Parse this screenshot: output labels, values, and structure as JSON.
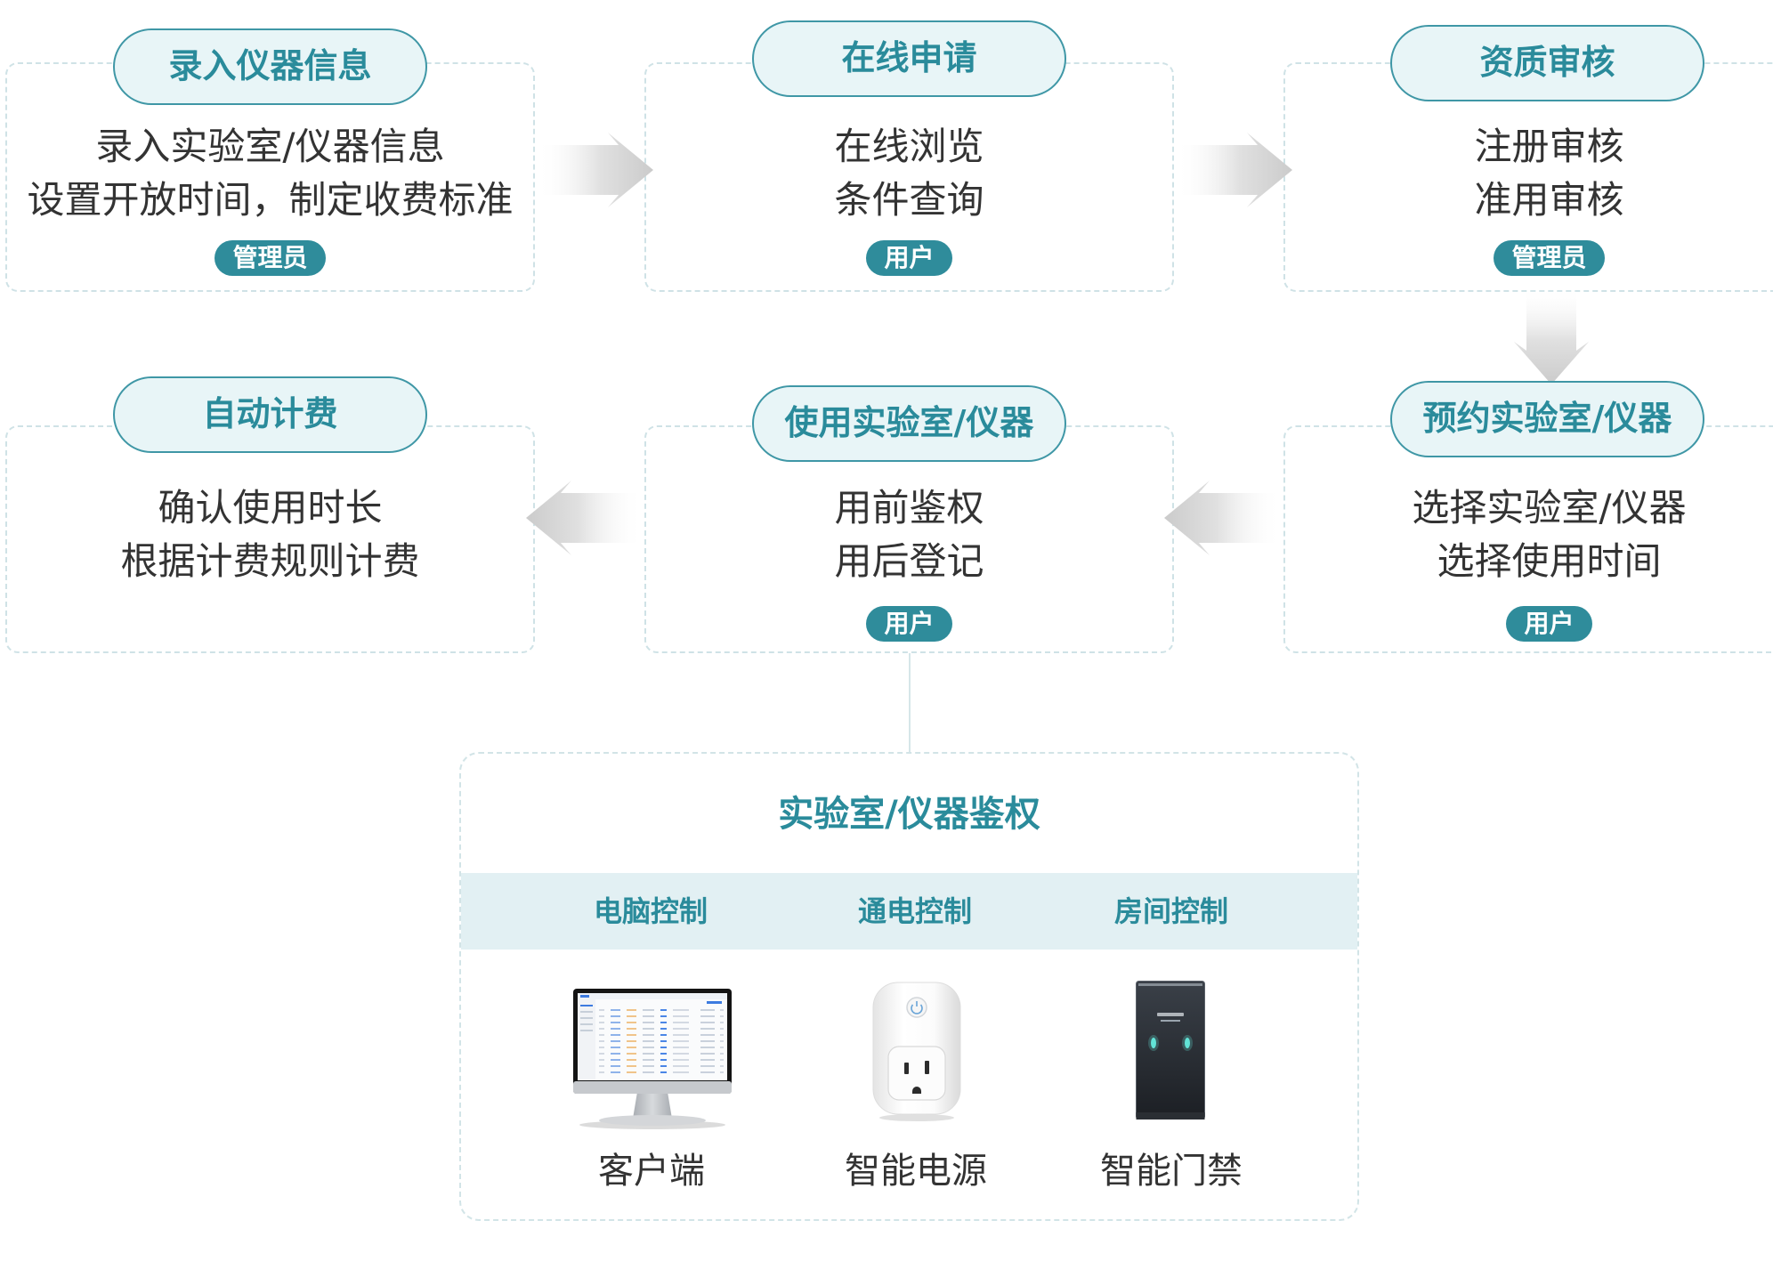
{
  "steps": [
    {
      "title": "录入仪器信息",
      "lines": [
        "录入实验室/仪器信息",
        "设置开放时间，制定收费标准"
      ],
      "role": "管理员"
    },
    {
      "title": "在线申请",
      "lines": [
        "在线浏览",
        "条件查询"
      ],
      "role": "用户"
    },
    {
      "title": "资质审核",
      "lines": [
        "注册审核",
        "准用审核"
      ],
      "role": "管理员"
    },
    {
      "title": "预约实验室/仪器",
      "lines": [
        "选择实验室/仪器",
        "选择使用时间"
      ],
      "role": "用户"
    },
    {
      "title": "使用实验室/仪器",
      "lines": [
        "用前鉴权",
        "用后登记"
      ],
      "role": "用户"
    },
    {
      "title": "自动计费",
      "lines": [
        "确认使用时长",
        "根据计费规则计费"
      ]
    }
  ],
  "auth_panel": {
    "title": "实验室/仪器鉴权",
    "controls": [
      {
        "label": "电脑控制",
        "device": "客户端",
        "icon": "monitor-icon"
      },
      {
        "label": "通电控制",
        "device": "智能电源",
        "icon": "smart-plug-icon"
      },
      {
        "label": "房间控制",
        "device": "智能门禁",
        "icon": "door-access-panel-icon"
      }
    ]
  },
  "colors": {
    "accent": "#2f8c9b",
    "title_text": "#2a8b9b",
    "pill_background": "#e8f5f7",
    "band_background": "#e2f0f3",
    "card_border": "#cfe2e6",
    "body_text": "#333333",
    "arrow": "#cdcdcd"
  }
}
